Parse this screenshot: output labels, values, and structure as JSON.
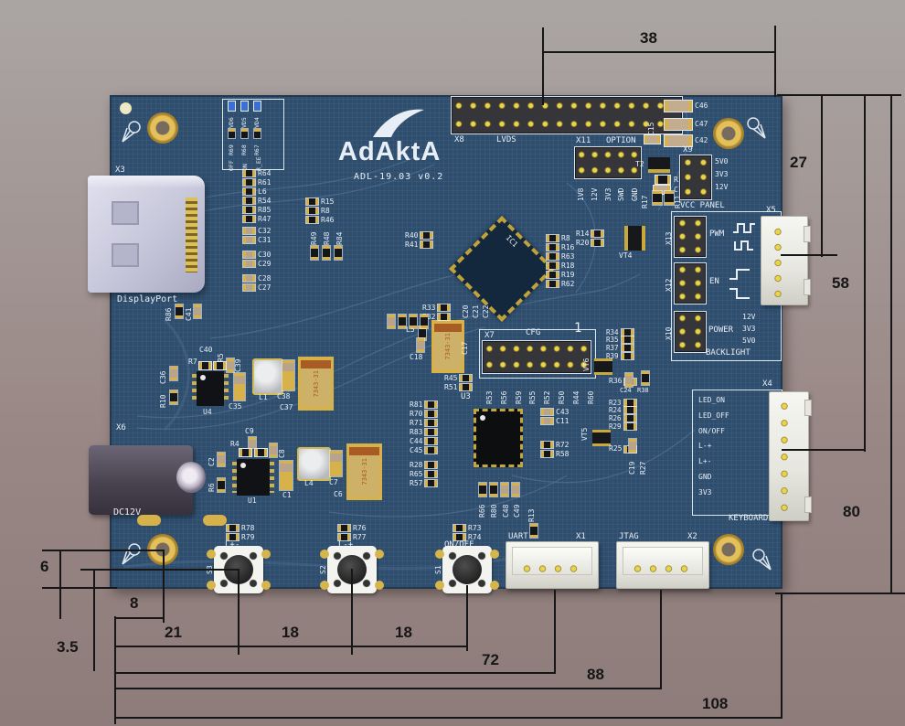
{
  "colors": {
    "board": "#2f4e6e",
    "gold": "#d7b24a",
    "silkscreen": "#e7eef5",
    "dimension": "#161616",
    "background_top": "#aaa5a3",
    "background_bottom": "#8d7c7a"
  },
  "logo": {
    "brand": "AdAktA",
    "model": "ADL-19.03 v0.2"
  },
  "dimensions": {
    "top_width": "38",
    "right_upper": "27",
    "right_mid": "58",
    "right_lower": "80",
    "hole_offset_v": "6",
    "hole_offset_h": "8",
    "edge_offset": "3.5",
    "btn_span_1": "21",
    "btn_span_2": "18",
    "btn_span_3": "18",
    "uart_span": "72",
    "jtag_span": "88",
    "board_width": "108"
  },
  "connectors": {
    "x3": {
      "ref": "X3",
      "label": "DisplayPort"
    },
    "x6": {
      "ref": "X6",
      "label": "DC12V"
    },
    "x8": {
      "ref": "X8",
      "label": "LVDS"
    },
    "x11": {
      "ref": "X11",
      "label": "OPTION",
      "pins": [
        "1V8",
        "12V",
        "3V3",
        "SWD",
        "GND"
      ]
    },
    "x9": {
      "ref": "X9",
      "label": "VCC PANEL",
      "rails": [
        "5V0",
        "3V3",
        "12V"
      ]
    },
    "x5": {
      "ref": "X5"
    },
    "x13": {
      "ref": "X13",
      "label": "PWM"
    },
    "x12": {
      "ref": "X12",
      "label": "EN"
    },
    "x10": {
      "ref": "X10",
      "label": "POWER",
      "rails": [
        "12V",
        "3V3",
        "5V0"
      ]
    },
    "backlight_section": "BACKLIGHT",
    "x4": {
      "ref": "X4",
      "label": "KEYBOARD",
      "pins": [
        "LED_ON",
        "LED_OFF",
        "ON/OFF",
        "L-+",
        "L+-",
        "GND",
        "3V3"
      ]
    },
    "x7": {
      "ref": "X7",
      "label": "CFG",
      "pin1": "1",
      "pin_refs": [
        "R53",
        "R56",
        "R59",
        "R55",
        "R52",
        "R50",
        "R44",
        "R60"
      ]
    },
    "x1": {
      "ref": "X1",
      "label": "UART"
    },
    "x2": {
      "ref": "X2",
      "label": "JTAG"
    }
  },
  "switches": {
    "s3": {
      "ref": "S3",
      "label": "L+-",
      "resistors": [
        "R78",
        "R79"
      ]
    },
    "s2": {
      "ref": "S2",
      "label": "L-+",
      "resistors": [
        "R76",
        "R77"
      ]
    },
    "s1": {
      "ref": "S1",
      "label": "ON/OFF",
      "resistors": [
        "R73",
        "R74"
      ]
    }
  },
  "led_block": {
    "modes": [
      "OFF",
      "ON",
      "R_EE"
    ],
    "leds": [
      "VD6",
      "VD5",
      "VD4"
    ],
    "resistors": [
      "R69",
      "R68",
      "R67"
    ]
  },
  "ics": {
    "ic1": "IC1",
    "u3": "U3",
    "u4": "U4",
    "u1": "U1"
  },
  "transistors": {
    "t2": "T2",
    "vt4": "VT4",
    "vt5": "VT5",
    "vt6": "VT6"
  },
  "parts": {
    "tl_stack": [
      "R64",
      "R61",
      "L6",
      "R54",
      "R85",
      "R47"
    ],
    "tl_caps_a": [
      "C32",
      "C31"
    ],
    "tl_caps_b": [
      "C30",
      "C29"
    ],
    "tl_caps_c": [
      "C28",
      "C27"
    ],
    "mid_res": [
      "R15",
      "R8",
      "R46"
    ],
    "mid_vres": [
      "R49",
      "R48",
      "R84"
    ],
    "dp_vparts": [
      "R86",
      "C41"
    ],
    "r40_grp": [
      "R40",
      "R41"
    ],
    "r33_grp": [
      "R33",
      "R32"
    ],
    "c20_vcaps": [
      "C20",
      "C21",
      "C22"
    ],
    "r45_grp": [
      "R45",
      "R51"
    ],
    "ic1_right": [
      "R8",
      "R16",
      "R63",
      "R18",
      "R19",
      "R62"
    ],
    "r14_grp": [
      "R14",
      "R20"
    ],
    "right_res_a": [
      "R34",
      "R35",
      "R37",
      "R39"
    ],
    "right_res_b": [
      "R23",
      "R24",
      "R26",
      "R29"
    ],
    "r36": "R36",
    "c24": "C24",
    "r38": "R38",
    "r25": "R25",
    "c19": "C19",
    "r27": "R27",
    "u3_left_a": [
      "R81",
      "R70",
      "R71",
      "R83",
      "C44",
      "C45"
    ],
    "u3_left_b": [
      "R28",
      "R65",
      "R57"
    ],
    "u3_right_a": [
      "C43",
      "C11"
    ],
    "u3_right_b": [
      "R72",
      "R58"
    ],
    "u3_below": [
      "R66",
      "R80",
      "C48",
      "C49"
    ],
    "c46": "C46",
    "c47": "C47",
    "c42": "C42",
    "c15": "C15",
    "r12": "R12",
    "c16": "C16",
    "r17": "R17",
    "r11": "R11",
    "l5": "L5",
    "c17": "C17",
    "c18": "C18",
    "c40": "C40",
    "r7": "R7",
    "r5": "R5",
    "c39": "C39",
    "c36": "C36",
    "r10": "R10",
    "c35": "C35",
    "l1": "L1",
    "c38": "C38",
    "c37": "C37",
    "c9": "C9",
    "r4": "R4",
    "c8": "C8",
    "c2": "C2",
    "r6": "R6",
    "c1": "C1",
    "l4": "L4",
    "c7": "C7",
    "c6": "C6",
    "r13": "R13",
    "tant_code": "7343-31"
  }
}
